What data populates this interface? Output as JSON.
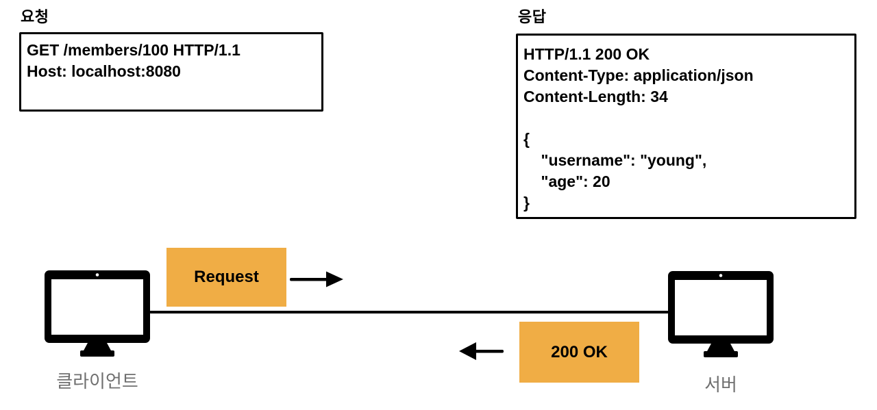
{
  "request_panel": {
    "title": "요청",
    "lines": [
      "GET /members/100 HTTP/1.1",
      "Host: localhost:8080"
    ]
  },
  "response_panel": {
    "title": "응답",
    "lines": [
      "HTTP/1.1 200 OK",
      "Content-Type: application/json",
      "Content-Length: 34",
      "",
      "{",
      "    \"username\": \"young\",",
      "    \"age\": 20",
      "}"
    ]
  },
  "flow": {
    "request_label": "Request",
    "response_label": "200 OK",
    "client_label": "클라이언트",
    "server_label": "서버"
  },
  "icons": {
    "client": "desktop-monitor-icon",
    "server": "desktop-monitor-icon",
    "request_arrow": "arrow-right-icon",
    "response_arrow": "arrow-left-icon"
  },
  "colors": {
    "accent_orange": "#F0AD45",
    "label_gray": "#6F6F6F",
    "ink_black": "#000000"
  }
}
